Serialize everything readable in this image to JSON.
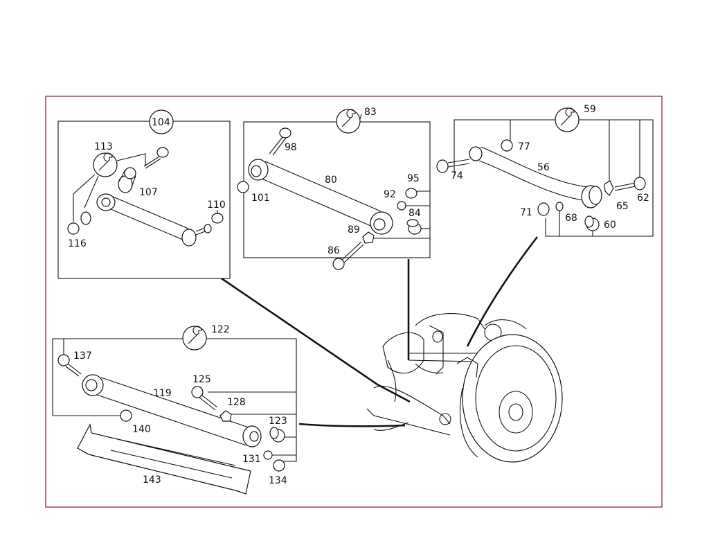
{
  "callouts": {
    "g104": {
      "id": "104"
    },
    "g113": {
      "id": "113"
    },
    "g107": {
      "id": "107"
    },
    "g110": {
      "id": "110"
    },
    "g116": {
      "id": "116"
    },
    "g83": {
      "id": "83"
    },
    "g98": {
      "id": "98"
    },
    "g80": {
      "id": "80"
    },
    "g101": {
      "id": "101"
    },
    "g95": {
      "id": "95"
    },
    "g92": {
      "id": "92"
    },
    "g84": {
      "id": "84"
    },
    "g89": {
      "id": "89"
    },
    "g86": {
      "id": "86"
    },
    "g59": {
      "id": "59"
    },
    "g77": {
      "id": "77"
    },
    "g56": {
      "id": "56"
    },
    "g74": {
      "id": "74"
    },
    "g65": {
      "id": "65"
    },
    "g62": {
      "id": "62"
    },
    "g71": {
      "id": "71"
    },
    "g68": {
      "id": "68"
    },
    "g60": {
      "id": "60"
    },
    "g122": {
      "id": "122"
    },
    "g137": {
      "id": "137"
    },
    "g125": {
      "id": "125"
    },
    "g119": {
      "id": "119"
    },
    "g128": {
      "id": "128"
    },
    "g123": {
      "id": "123"
    },
    "g140": {
      "id": "140"
    },
    "g131": {
      "id": "131"
    },
    "g134": {
      "id": "134"
    },
    "g143": {
      "id": "143"
    }
  },
  "icons": {
    "tightening_torque": "wrench-icon"
  },
  "colors": {
    "frame": "#7a1a2a",
    "ink": "#111111",
    "background": "#ffffff"
  }
}
